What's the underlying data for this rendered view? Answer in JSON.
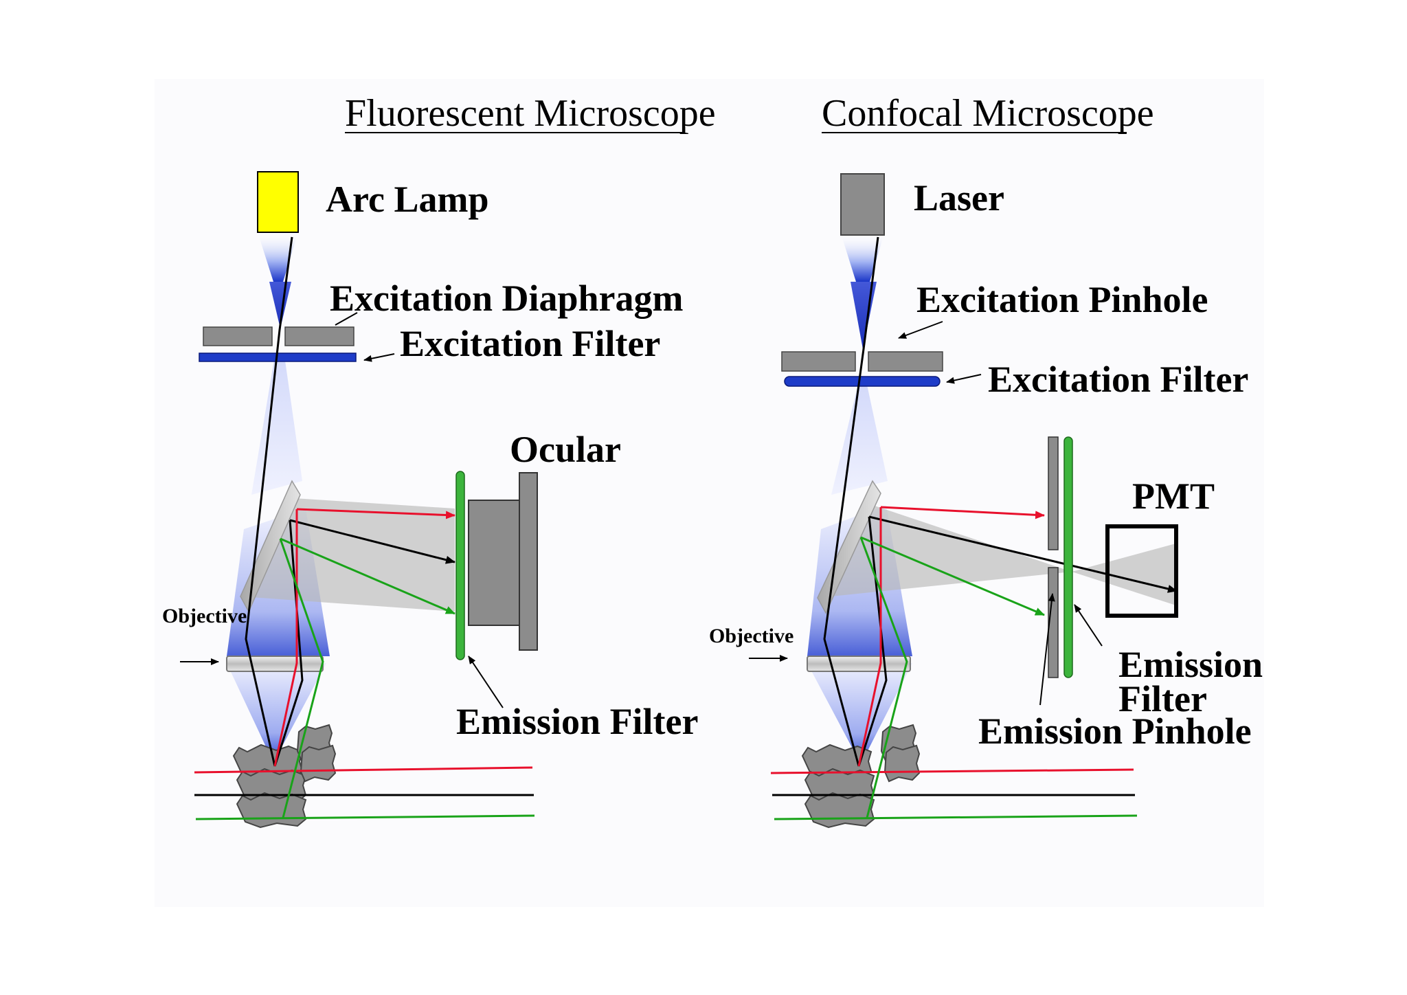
{
  "colors": {
    "lamp": "#ffff00",
    "laser": "#8c8c8c",
    "excitation_filter": "#1e3cc8",
    "emission_filter": "#3cb43c",
    "red_ray": "#e8102c",
    "green_ray": "#19a319",
    "black_ray": "#000000",
    "gray_parts": "#8c8c8c"
  },
  "left": {
    "title": "Fluorescent Microscope",
    "source": "Arc Lamp",
    "aperture": "Excitation Diaphragm",
    "excitation_filter": "Excitation Filter",
    "detector": "Ocular",
    "emission_filter": "Emission Filter",
    "objective": "Objective"
  },
  "right": {
    "title": "Confocal Microscope",
    "source": "Laser",
    "aperture": "Excitation Pinhole",
    "excitation_filter": "Excitation Filter",
    "detector": "PMT",
    "emission_filter_line1": "Emission",
    "emission_filter_line2": "Filter",
    "emission_pinhole": "Emission Pinhole",
    "objective": "Objective"
  }
}
